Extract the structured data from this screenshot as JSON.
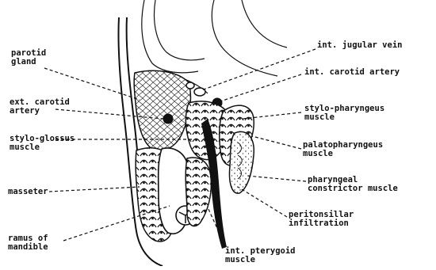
{
  "colors": {
    "ink": "#111111",
    "paper": "#ffffff"
  },
  "labels": {
    "parotid_gland": "parotid\ngland",
    "ext_carotid": "ext. carotid\nartery",
    "styloglossus": "stylo-glossus\nmuscle",
    "masseter": "masseter",
    "ramus": "ramus of\nmandible",
    "int_jugular": "int. jugular vein",
    "int_carotid": "int. carotid artery",
    "stylopharyngeus": "stylo-pharyngeus\nmuscle",
    "palatopharyngeus": "palatopharyngeus\nmuscle",
    "constrictor": "pharyngeal\nconstrictor muscle",
    "peritonsillar": "peritonsillar\ninfiltration",
    "pterygoid": "int. pterygoid\nmuscle"
  }
}
